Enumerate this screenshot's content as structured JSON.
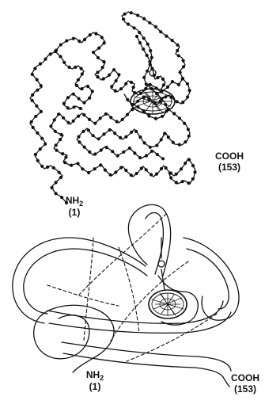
{
  "colors": {
    "line": "#111111",
    "background": "#ffffff"
  },
  "diagram": {
    "panels": [
      {
        "name": "backbone",
        "n_terminus": {
          "text": "NH",
          "subscript": "2",
          "index": "(1)"
        },
        "c_terminus": {
          "text": "COOH",
          "index": "(153)"
        }
      },
      {
        "name": "ribbon",
        "n_terminus": {
          "text": "NH",
          "subscript": "2",
          "index": "(1)"
        },
        "c_terminus": {
          "text": "COOH",
          "index": "(153)"
        }
      }
    ]
  }
}
